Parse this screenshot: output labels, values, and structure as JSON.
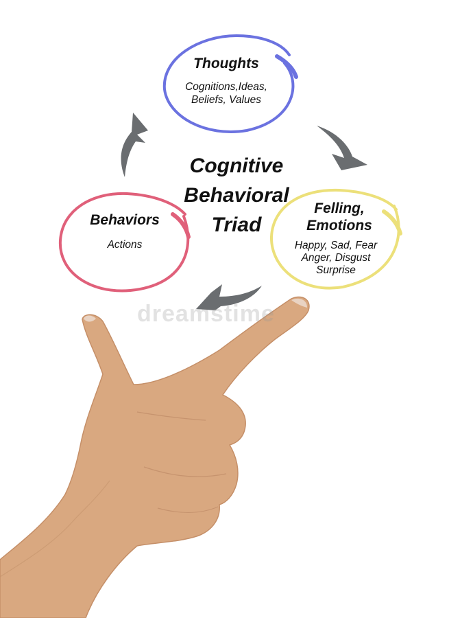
{
  "title_lines": [
    "Cognitive",
    "Behavioral",
    "Triad"
  ],
  "nodes": {
    "thoughts": {
      "title": "Thoughts",
      "lines": [
        "Cognitions,Ideas,",
        "Beliefs, Values"
      ],
      "color": "#6b72e0"
    },
    "feelings": {
      "title_lines": [
        "Felling,",
        "Emotions"
      ],
      "lines": [
        "Happy, Sad, Fear",
        "Anger, Disgust",
        "Surprise"
      ],
      "color": "#ece07a"
    },
    "behaviors": {
      "title": "Behaviors",
      "lines": [
        "Actions"
      ],
      "color": "#e0607a"
    }
  },
  "arrow_color": "#6a6d70",
  "watermark": "dreamstime"
}
